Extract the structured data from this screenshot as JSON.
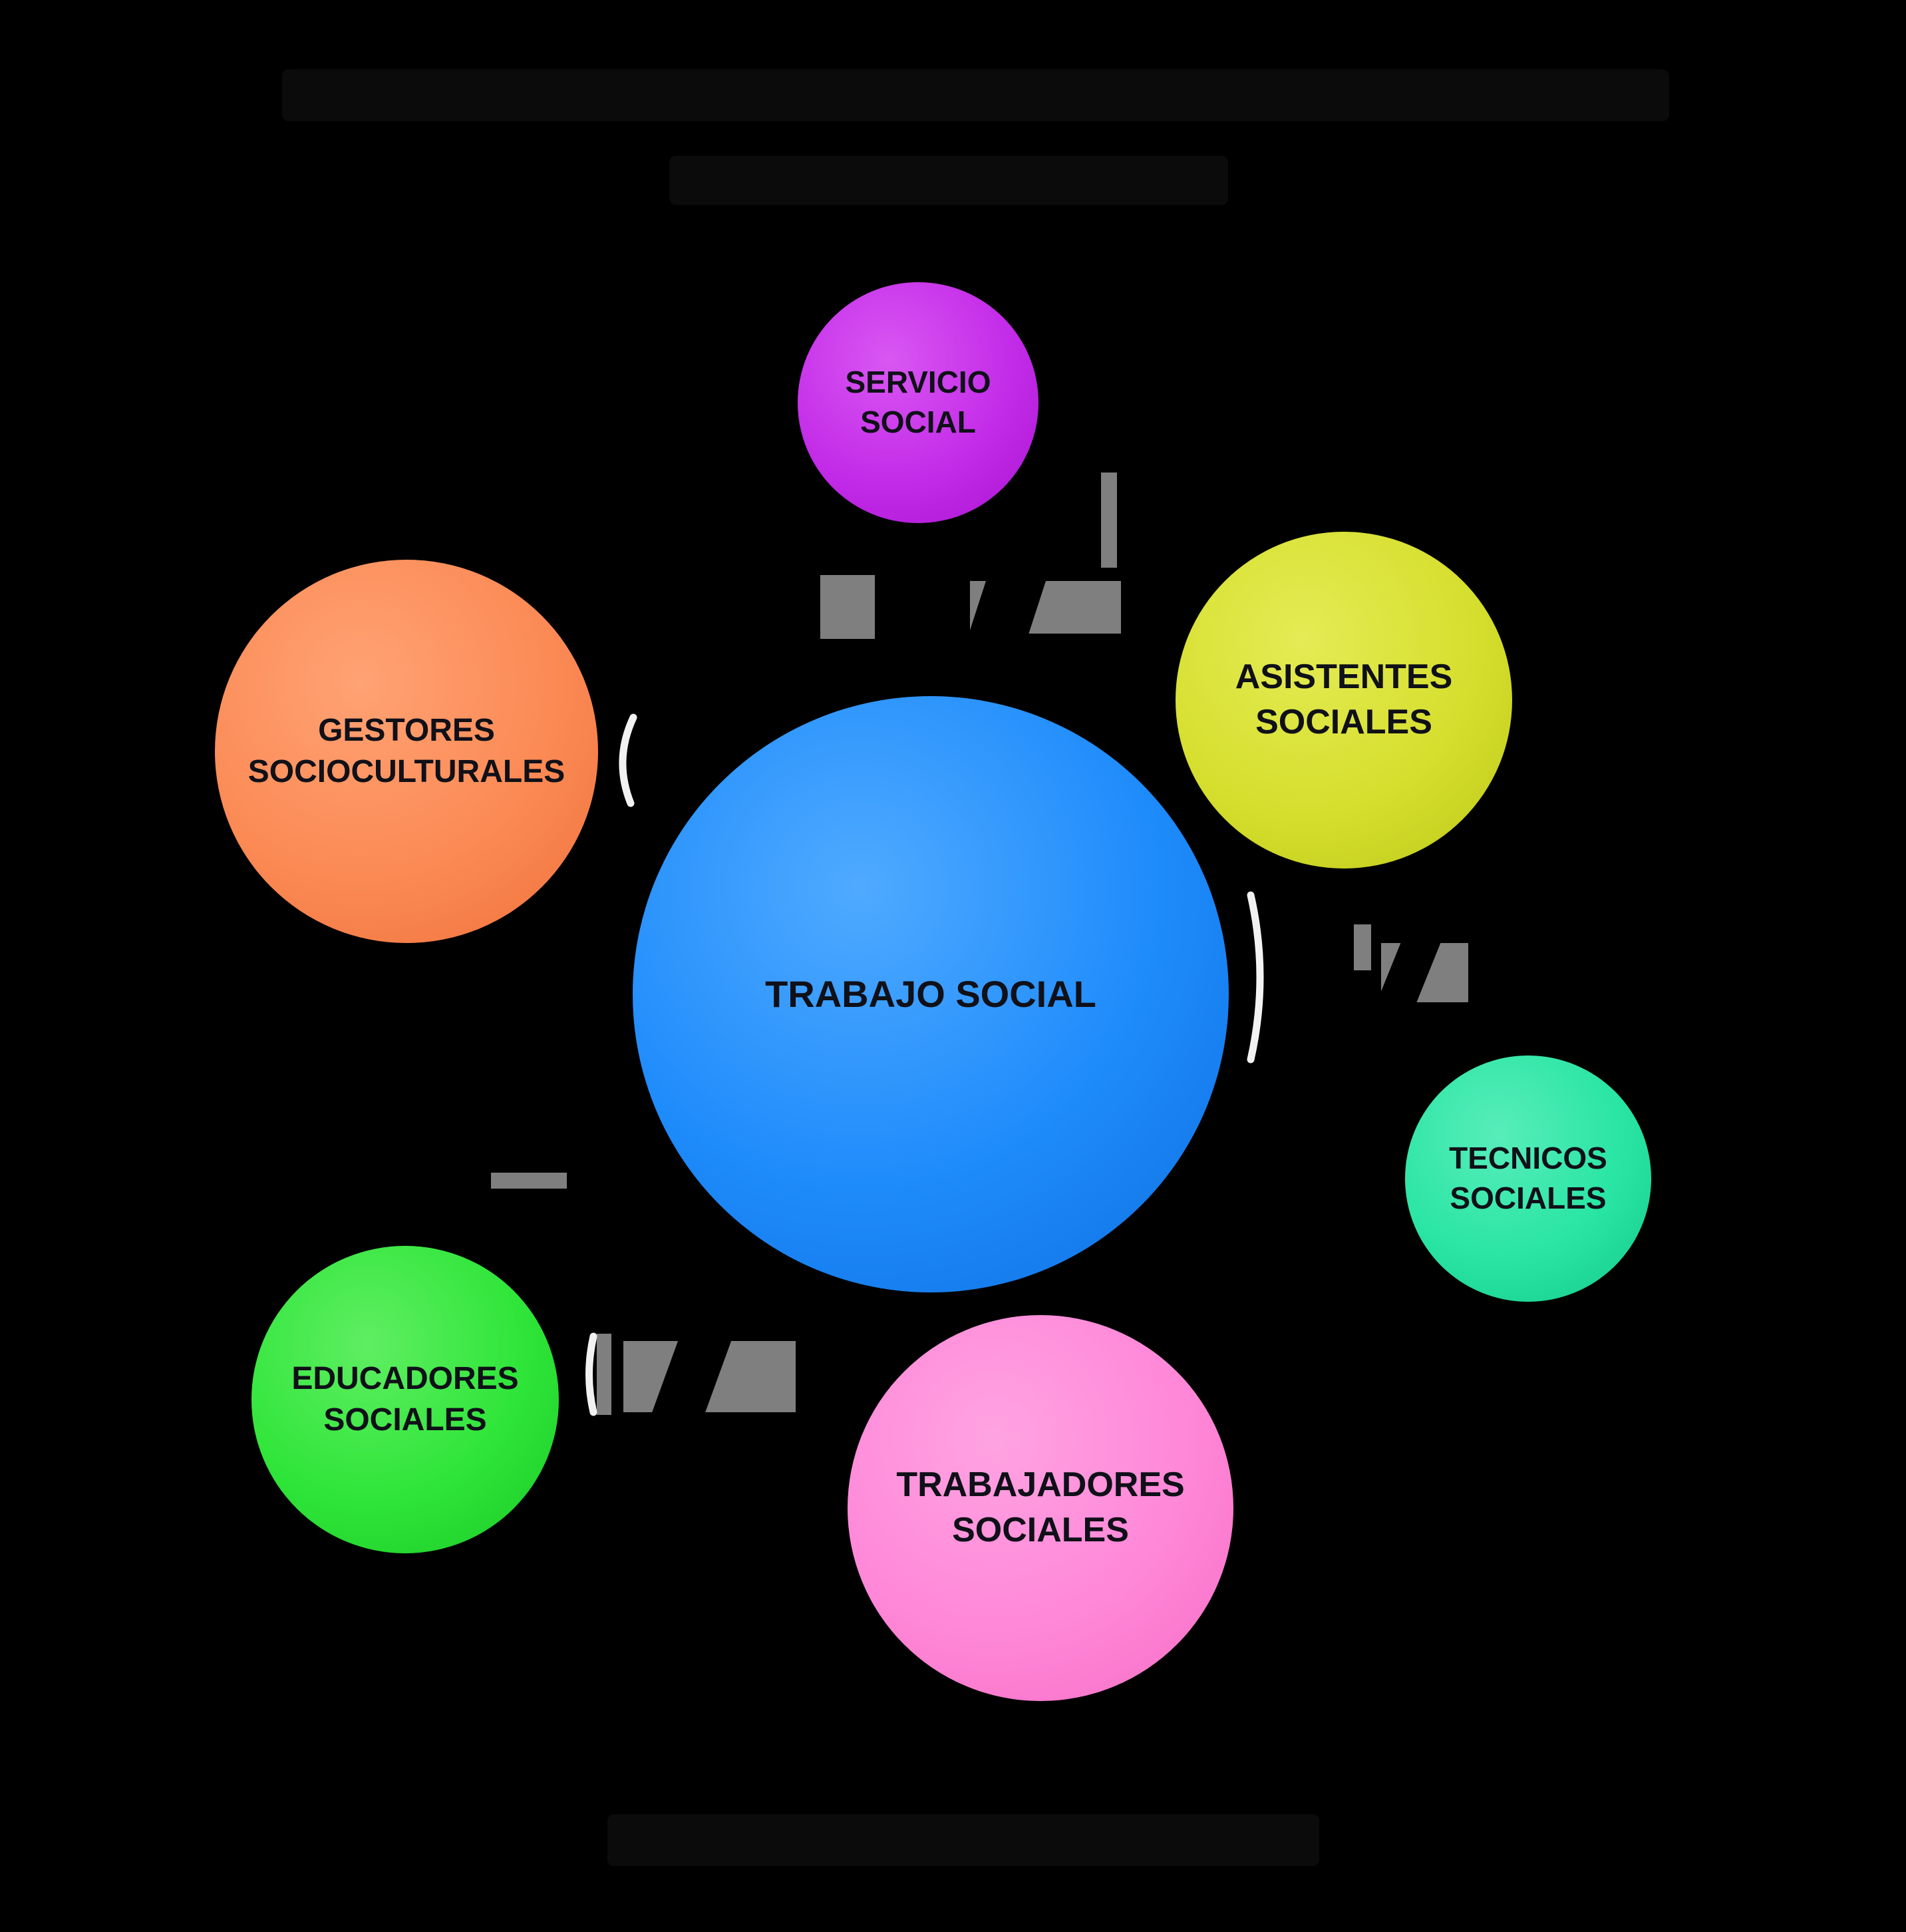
{
  "page": {
    "background_color": "#000000",
    "text_color_in_nodes": "#101018"
  },
  "diagram": {
    "center": {
      "id": "trabajo-social",
      "label": "TRABAJO SOCIAL",
      "color": "#1e8bfb"
    },
    "nodes": [
      {
        "id": "servicio-social",
        "label": "SERVICIO SOCIAL",
        "color": "#c32ce8"
      },
      {
        "id": "asistentes-sociales",
        "label": "ASISTENTES SOCIALES",
        "color": "#d6df2e"
      },
      {
        "id": "tecnicos-sociales",
        "label": "TECNICOS SOCIALES",
        "color": "#29e5a4"
      },
      {
        "id": "trabajadores-sociales",
        "label": "TRABAJADORES SOCIALES",
        "color": "#ff87d8"
      },
      {
        "id": "educadores-sociales",
        "label": "EDUCADORES SOCIALES",
        "color": "#2fe539"
      },
      {
        "id": "gestores-socioculturales",
        "label": "GESTORES SOCIOCULTURALES",
        "color": "#fb8a55"
      }
    ],
    "connector_color": "#000000",
    "artifact_color": "#7f7f7f"
  }
}
